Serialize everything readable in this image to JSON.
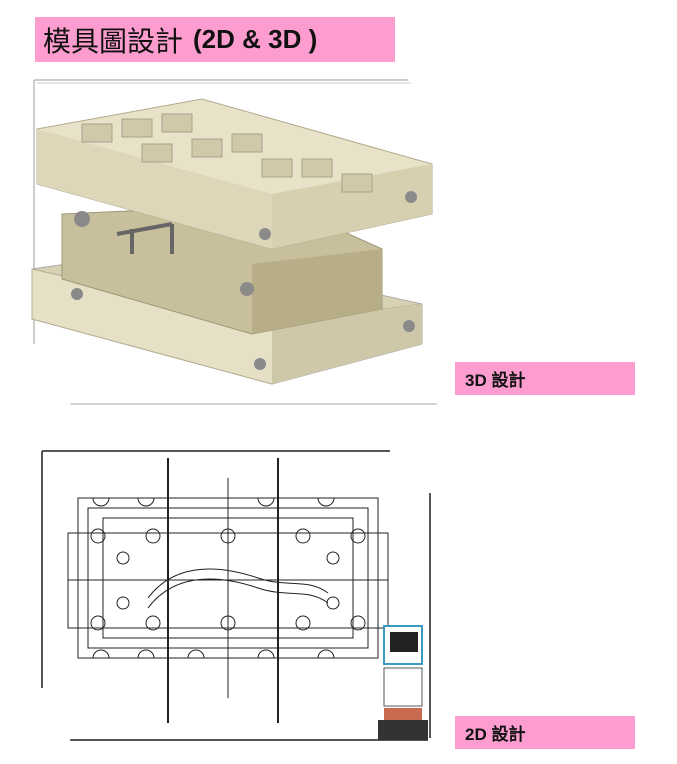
{
  "title": {
    "main": "模具圖設計",
    "suffix": "(2D & 3D )"
  },
  "labels": {
    "design_3d": "3D 設計",
    "design_2d": "2D 設計"
  },
  "colors": {
    "accent_pink": "#fd9dcf",
    "mold_beige": "#e2dcc0"
  }
}
